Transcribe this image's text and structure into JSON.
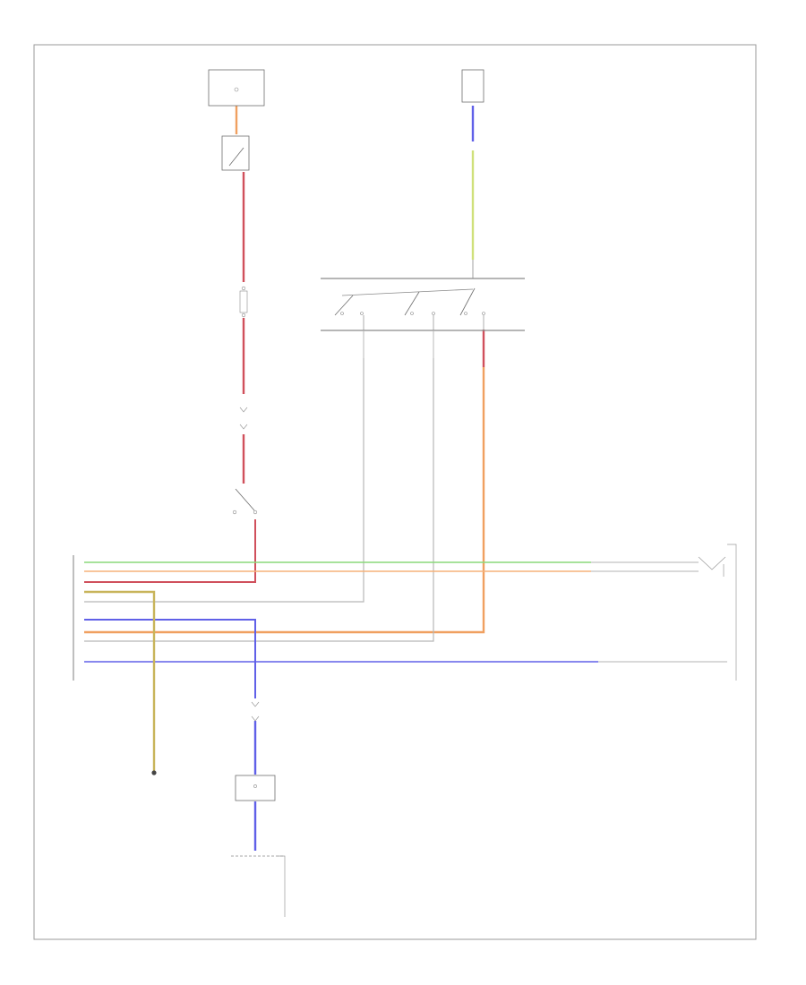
{
  "footer": {
    "code": "",
    "diagram_id": ""
  },
  "colors": {
    "red": "#d0505c",
    "orange": "#f0a060",
    "light_orange": "#f5b27a",
    "green": "#8ad87a",
    "yellow_green": "#cfe07a",
    "olive": "#c8b45a",
    "blue": "#6060e8",
    "gray": "#b8b8b8",
    "frame": "#9a9a9a"
  },
  "components": [
    {
      "id": "fuse-block-top",
      "type": "fuse-box",
      "label_lines": []
    },
    {
      "id": "brake-switch-top",
      "type": "switch",
      "label_lines": []
    },
    {
      "id": "fuse-mid",
      "type": "fuse",
      "label_lines": []
    },
    {
      "id": "connector-mid",
      "type": "connector",
      "label_lines": []
    },
    {
      "id": "brake-lamp-switch",
      "type": "switch",
      "label_lines": []
    },
    {
      "id": "transmission-unit",
      "type": "module",
      "label_lines": []
    },
    {
      "id": "cruise-control-switch",
      "type": "switch-bank",
      "label_lines": []
    },
    {
      "id": "engine-control-module",
      "type": "module",
      "label_lines": []
    },
    {
      "id": "ground",
      "type": "ground",
      "label_lines": []
    },
    {
      "id": "connector-low",
      "type": "connector",
      "label_lines": []
    },
    {
      "id": "fuse-low",
      "type": "fuse",
      "label_lines": []
    },
    {
      "id": "junction-block",
      "type": "connector",
      "label_lines": []
    },
    {
      "id": "cruise-actuator",
      "type": "actuator",
      "label_lines": []
    }
  ]
}
